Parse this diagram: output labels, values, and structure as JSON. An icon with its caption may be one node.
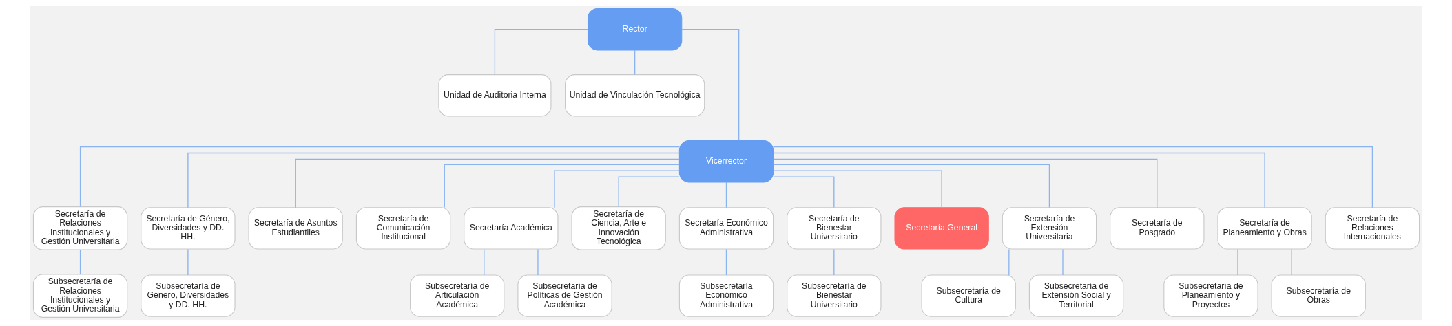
{
  "diagram": {
    "nodes": [
      {
        "text": [
          "Rector"
        ]
      },
      {
        "text": [
          "Unidad de Auditoria Interna"
        ]
      },
      {
        "text": [
          "Unidad de Vinculación Tecnológica"
        ]
      },
      {
        "text": [
          "Vicerrector"
        ]
      },
      {
        "text": [
          "Secretaría de Relaciones Institucionales y Gestión Universitaria"
        ]
      },
      {
        "text": [
          "Secretaría de Género, Diversidades y DD. HH."
        ]
      },
      {
        "text": [
          "Secretaría de Asuntos Estudiantiles"
        ]
      },
      {
        "text": [
          "Secretaría de Comunicación Institucional"
        ]
      },
      {
        "text": [
          "Secretaría Académica"
        ]
      },
      {
        "text": [
          "Secretaría de Ciencia, Arte e Innovación Tecnológica"
        ]
      },
      {
        "text": [
          "Secretaría Económico Administrativa"
        ]
      },
      {
        "text": [
          "Secretaría de Bienestar Universitario"
        ]
      },
      {
        "text": [
          "Secretaría General"
        ]
      },
      {
        "text": [
          "Secretaría de Extensión Universitaria"
        ]
      },
      {
        "text": [
          "Secretaría de Posgrado"
        ]
      },
      {
        "text": [
          "Secretaría de Planeamiento y Obras"
        ]
      },
      {
        "text": [
          "Secretaría de Relaciones Internacionales"
        ]
      },
      {
        "text": [
          "Subsecretaría de Relaciones Institucionales y Gestión Universitaria"
        ]
      },
      {
        "text": [
          "Subsecretaría de Género, Diversidades y DD. HH."
        ]
      },
      {
        "text": [
          "Subsecretaría de Articulación Académica"
        ]
      },
      {
        "text": [
          "Subsecretaría de Políticas de Gestión Académica"
        ]
      },
      {
        "text": [
          "Subsecretaría Económico Administrativa"
        ]
      },
      {
        "text": [
          "Subsecretaría de Bienestar Universitario"
        ]
      },
      {
        "text": [
          "Subsecretaría de Cultura"
        ]
      },
      {
        "text": [
          "Subsecretaría de Extensión Social y Territorial"
        ]
      },
      {
        "text": [
          "Subsecretaría de Planeamiento y Proyectos"
        ]
      },
      {
        "text": [
          "Subsecretaría de Obras"
        ]
      }
    ],
    "edges": [
      {
        "from": 0,
        "to": 1,
        "arrow": "none"
      },
      {
        "from": 0,
        "to": 2,
        "arrow": "none"
      },
      {
        "from": 0,
        "to": 3,
        "arrow": "none"
      },
      {
        "from": 3,
        "to": 4,
        "arrow": "none"
      },
      {
        "from": 3,
        "to": 5,
        "arrow": "none"
      },
      {
        "from": 3,
        "to": 6,
        "arrow": "none"
      },
      {
        "from": 3,
        "to": 7,
        "arrow": "none"
      },
      {
        "from": 3,
        "to": 8,
        "arrow": "none"
      },
      {
        "from": 3,
        "to": 9,
        "arrow": "none"
      },
      {
        "from": 3,
        "to": 10,
        "arrow": "none"
      },
      {
        "from": 3,
        "to": 11,
        "arrow": "none"
      },
      {
        "from": 3,
        "to": 12,
        "arrow": "none"
      },
      {
        "from": 3,
        "to": 13,
        "arrow": "none"
      },
      {
        "from": 3,
        "to": 14,
        "arrow": "none"
      },
      {
        "from": 3,
        "to": 15,
        "arrow": "none"
      },
      {
        "from": 3,
        "to": 16,
        "arrow": "none"
      },
      {
        "from": 4,
        "to": 17,
        "arrow": "none"
      },
      {
        "from": 5,
        "to": 18,
        "arrow": "none"
      },
      {
        "from": 8,
        "to": 19,
        "arrow": "none"
      },
      {
        "from": 8,
        "to": 20,
        "arrow": "none"
      },
      {
        "from": 10,
        "to": 21,
        "arrow": "none"
      },
      {
        "from": 11,
        "to": 22,
        "arrow": "none"
      },
      {
        "from": 13,
        "to": 23,
        "arrow": "none"
      },
      {
        "from": 13,
        "to": 24,
        "arrow": "none"
      },
      {
        "from": 15,
        "to": 25,
        "arrow": "none"
      },
      {
        "from": 15,
        "to": 26,
        "arrow": "none"
      }
    ]
  }
}
